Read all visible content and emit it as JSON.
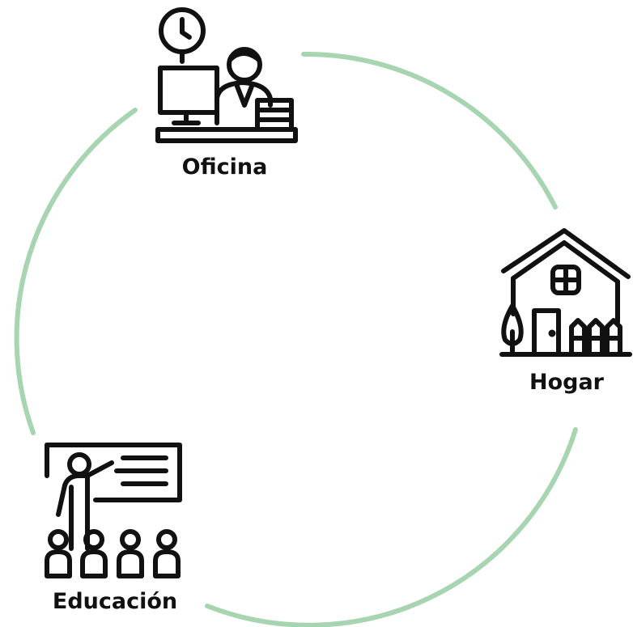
{
  "colors": {
    "ring": "#a8d5b1",
    "icon_stroke": "#111111",
    "background": "#ffffff"
  },
  "nodes": [
    {
      "id": "oficina",
      "label": "Oficina",
      "icon": "office-worker-icon"
    },
    {
      "id": "hogar",
      "label": "Hogar",
      "icon": "house-icon"
    },
    {
      "id": "educacion",
      "label": "Educación",
      "icon": "teacher-classroom-icon"
    }
  ]
}
